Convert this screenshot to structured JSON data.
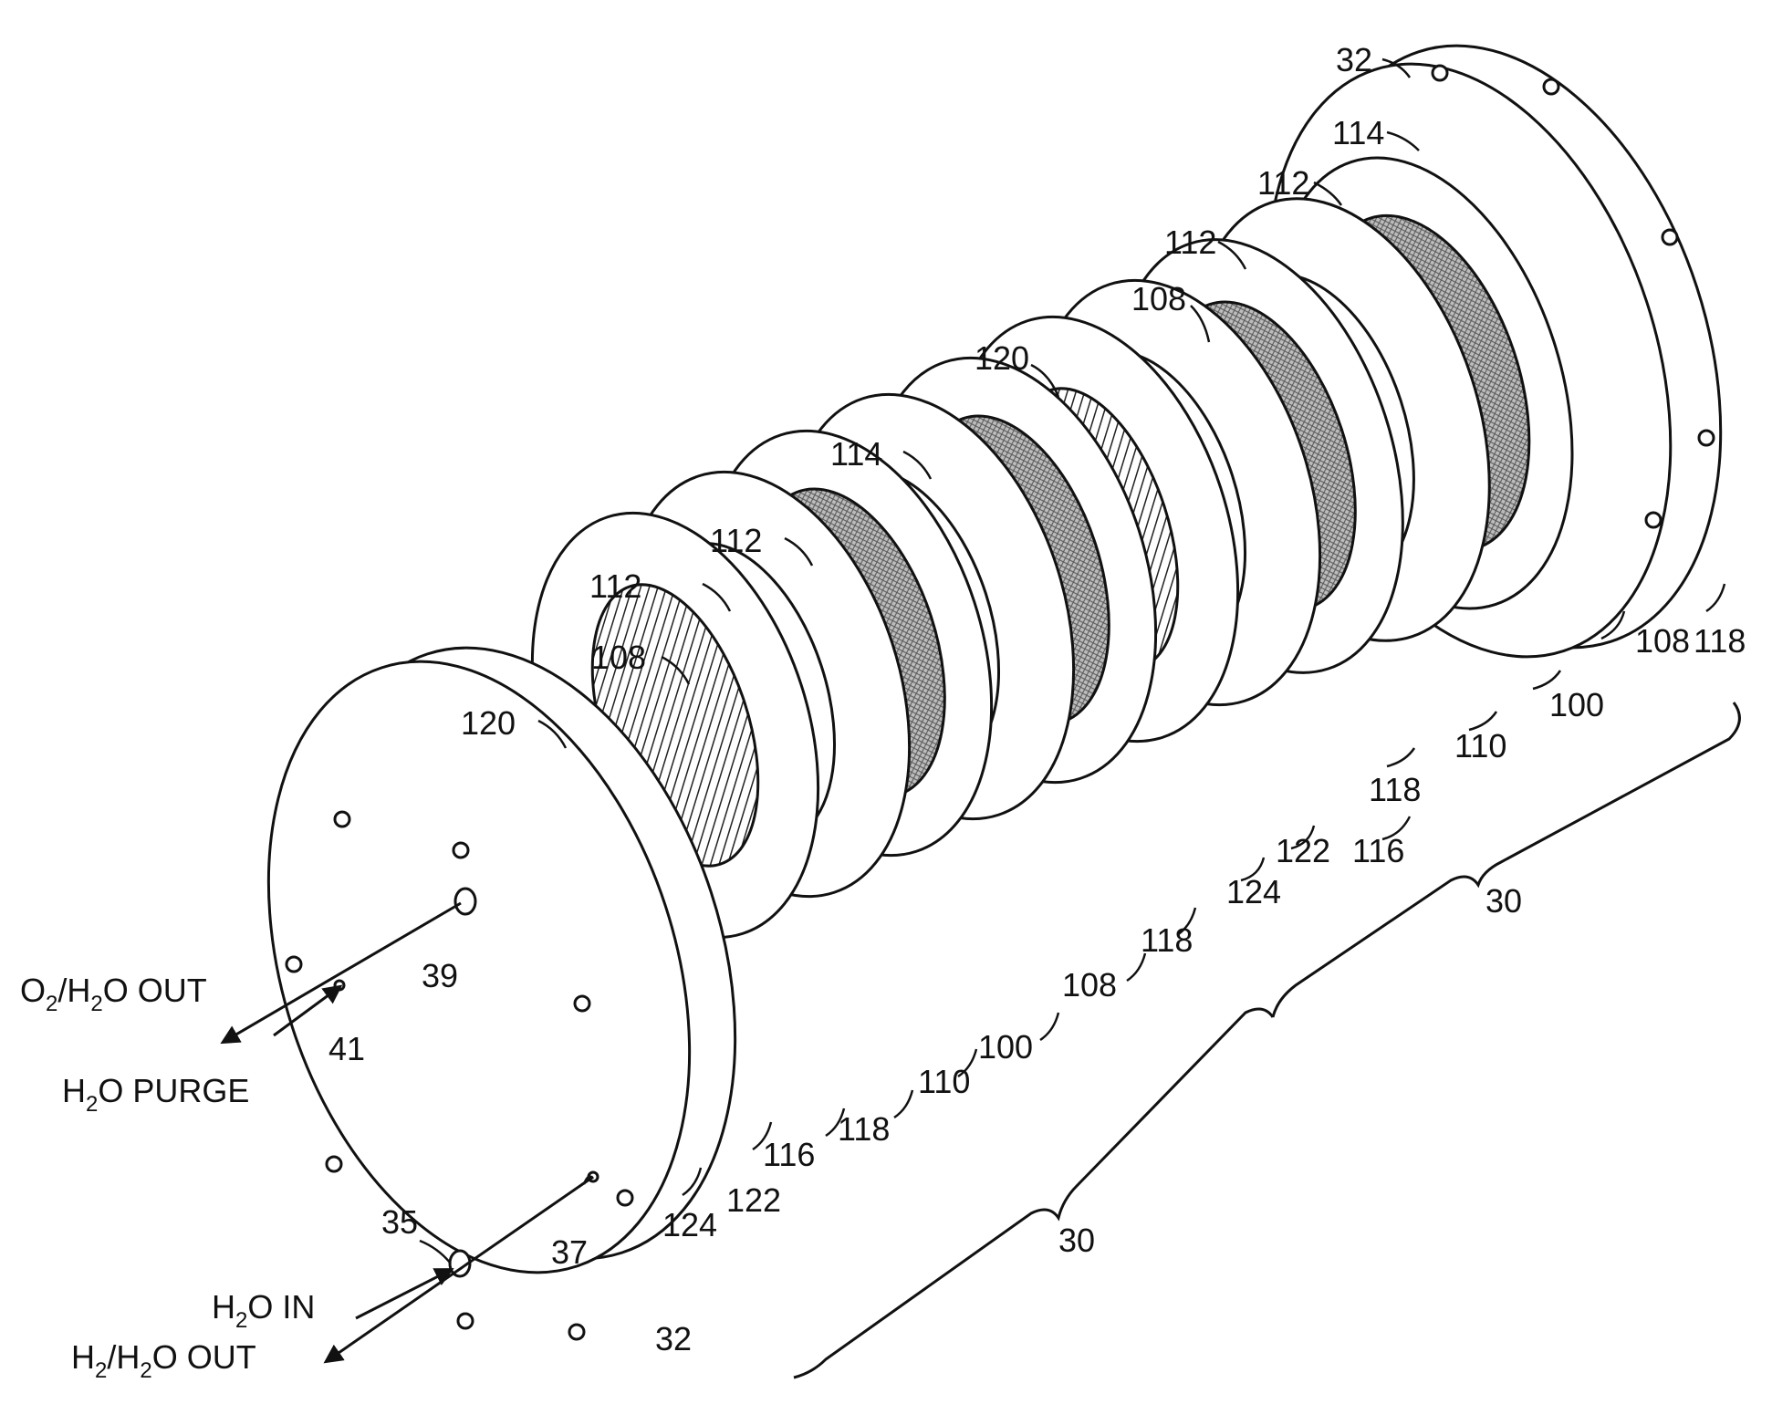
{
  "labels": {
    "plate_top": "32",
    "plate_bottom": "32",
    "part_114_a": "114",
    "part_114_b": "114",
    "part_112_a": "112",
    "part_112_b": "112",
    "part_112_c": "112",
    "part_112_d": "112",
    "part_108_a": "108",
    "part_108_b": "108",
    "part_108_c": "108",
    "part_108_d": "108",
    "part_120_a": "120",
    "part_120_b": "120",
    "part_100_a": "100",
    "part_100_b": "100",
    "part_110_a": "110",
    "part_110_b": "110",
    "part_118_a": "118",
    "part_118_b": "118",
    "part_118_c": "118",
    "part_118_d": "118",
    "part_116_a": "116",
    "part_116_b": "116",
    "part_122_a": "122",
    "part_122_b": "122",
    "part_124_a": "124",
    "part_124_b": "124",
    "group_30_right": "30",
    "group_30_center": "30",
    "port_39": "39",
    "port_41": "41",
    "port_35": "35",
    "port_37": "37"
  },
  "flows": {
    "o2_out_main": "O",
    "o2_out_sub": "2",
    "o2_out_rest": "/H",
    "o2_out_sub2": "2",
    "o2_out_tail": "O OUT",
    "purge_main": "H",
    "purge_sub": "2",
    "purge_tail": "O PURGE",
    "in_main": "H",
    "in_sub": "2",
    "in_tail": "O IN",
    "h2_out_main": "H",
    "h2_out_sub": "2",
    "h2_out_rest": "/H",
    "h2_out_sub2": "2",
    "h2_out_tail": "O OUT"
  }
}
